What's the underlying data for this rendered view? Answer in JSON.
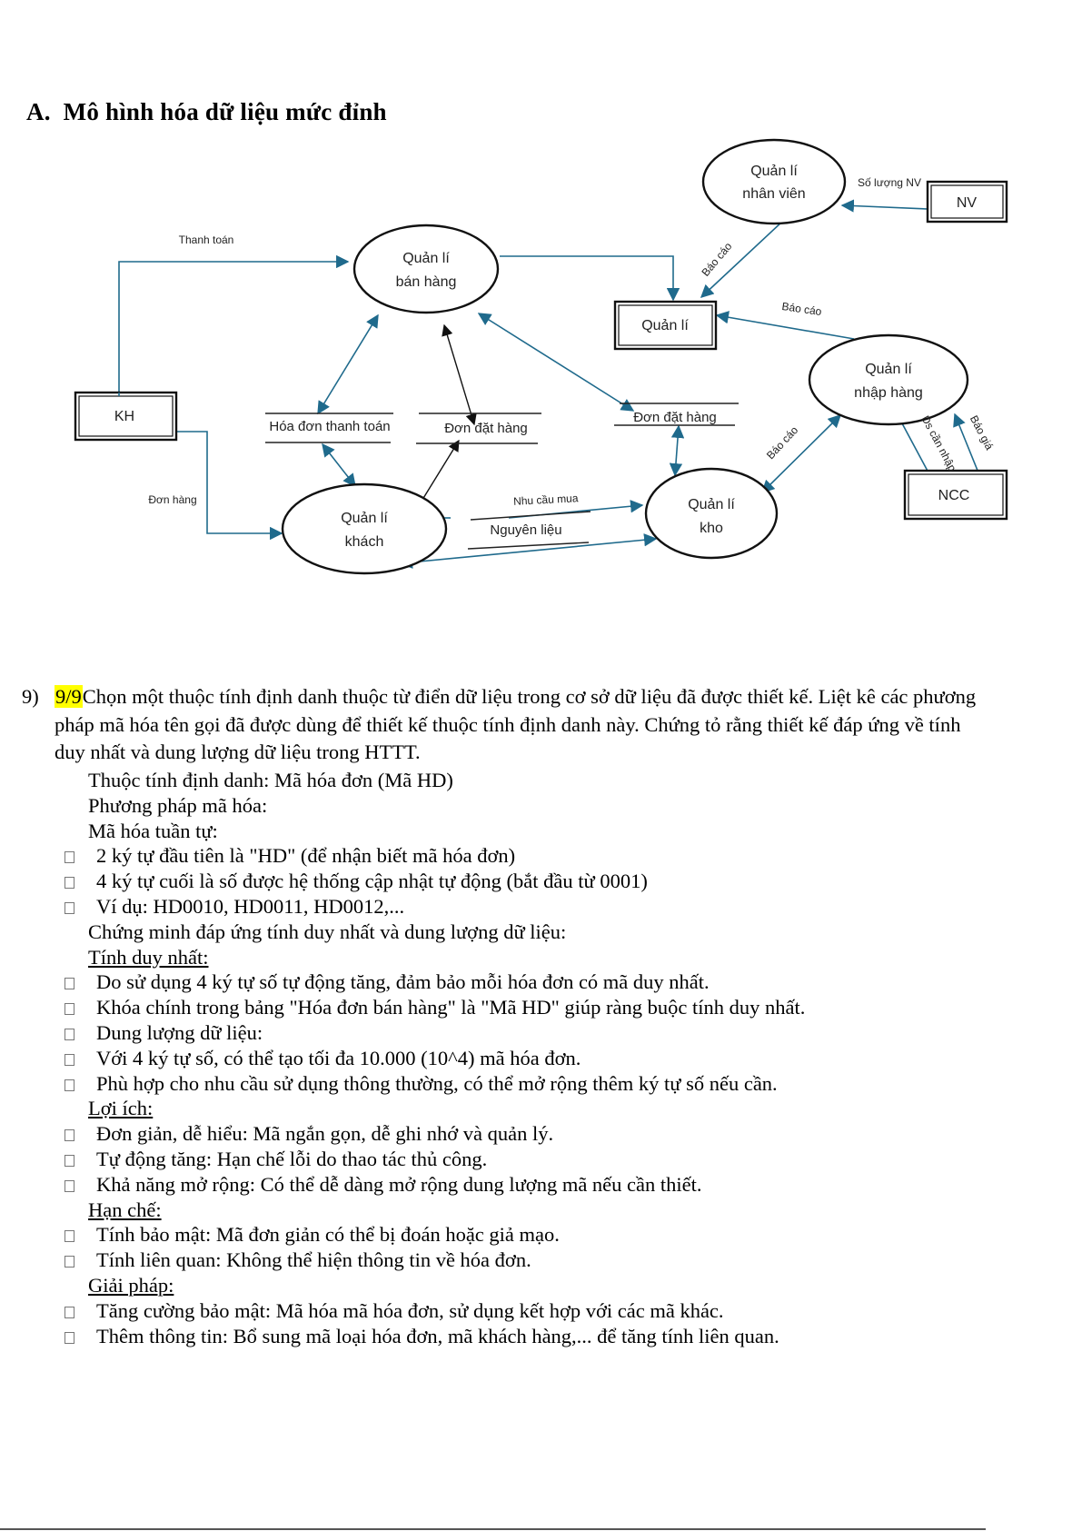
{
  "section_title": {
    "number": "A.",
    "text": "Mô hình hóa dữ liệu mức đỉnh"
  },
  "diagram": {
    "processes": {
      "nhan_vien": [
        "Quản lí",
        "nhân viên"
      ],
      "ban_hang": [
        "Quản lí",
        "bán hàng"
      ],
      "nhap_hang": [
        "Quản lí",
        "nhập hàng"
      ],
      "khach": [
        "Quản lí",
        "khách"
      ],
      "kho": [
        "Quản lí",
        "kho"
      ]
    },
    "entities": {
      "nv": "NV",
      "quan_li": "Quản lí",
      "kh": "KH",
      "ncc": "NCC"
    },
    "stores": {
      "hoa_don": "Hóa đơn thanh toán",
      "don_dat_hang_1": "Đơn đặt hàng",
      "don_dat_hang_2": "Đơn đặt hàng",
      "nhu_cau_mua": "Nhu cầu mua",
      "nguyen_lieu": "Nguyên liệu"
    },
    "flows": {
      "thanh_toan": "Thanh toán",
      "don_hang": "Đơn hàng",
      "so_luong_nv": "Số lượng NV",
      "bao_cao_nv": "Báo cáo",
      "bao_cao_nhap": "Báo cáo",
      "bao_cao_kho": "Báo cáo",
      "ds_can_nhap": "Ds cần nhập",
      "bao_gia": "Báo giá"
    },
    "colors": {
      "flow": "#1f6a8c",
      "black": "#111111"
    }
  },
  "question": {
    "number": "9)",
    "score": "9/9",
    "text_line1": "Chọn một thuộc tính định danh thuộc từ điển dữ liệu trong cơ sở dữ liệu đã được thiết kế. Liệt kê các phương",
    "text_line2": "pháp mã hóa tên gọi đã được dùng để thiết kế thuộc tính định danh này. Chứng tỏ rằng thiết kế đáp ứng về tính",
    "text_line3": "duy nhất và dung lượng dữ liệu trong HTTT."
  },
  "answer": [
    {
      "type": "plain",
      "text": "Thuộc tính định danh: Mã hóa đơn (Mã HD)"
    },
    {
      "type": "plain",
      "text": "Phương pháp mã hóa:"
    },
    {
      "type": "plain",
      "text": "Mã hóa tuần tự:"
    },
    {
      "type": "bullet",
      "text": "2 ký tự đầu tiên là \"HD\" (để nhận biết mã hóa đơn)"
    },
    {
      "type": "bullet",
      "text": "4 ký tự cuối là số được hệ thống cập nhật tự động (bắt đầu từ 0001)"
    },
    {
      "type": "bullet",
      "text": "Ví dụ: HD0010, HD0011, HD0012,..."
    },
    {
      "type": "plain",
      "text": "Chứng minh đáp ứng tính duy nhất và dung lượng dữ liệu:"
    },
    {
      "type": "heading",
      "text": "Tính duy nhất:"
    },
    {
      "type": "bullet",
      "text": "Do sử dụng 4 ký tự số tự động tăng, đảm bảo mỗi hóa đơn có mã duy nhất."
    },
    {
      "type": "bullet",
      "text": "Khóa chính trong bảng \"Hóa đơn bán hàng\" là \"Mã HD\" giúp ràng buộc tính duy nhất."
    },
    {
      "type": "bullet",
      "text": "Dung lượng dữ liệu:"
    },
    {
      "type": "bullet",
      "text": "Với 4 ký tự số, có thể tạo tối đa 10.000 (10^4) mã hóa đơn."
    },
    {
      "type": "bullet",
      "text": "Phù hợp cho nhu cầu sử dụng thông thường, có thể mở rộng thêm ký tự số nếu cần."
    },
    {
      "type": "heading",
      "text": "Lợi ích:"
    },
    {
      "type": "bullet",
      "text": "Đơn giản, dễ hiểu: Mã ngắn gọn, dễ ghi nhớ và quản lý."
    },
    {
      "type": "bullet",
      "text": "Tự động tăng: Hạn chế lỗi do thao tác thủ công."
    },
    {
      "type": "bullet",
      "text": "Khả năng mở rộng: Có thể dễ dàng mở rộng dung lượng mã nếu cần thiết."
    },
    {
      "type": "heading",
      "text": "Hạn chế:"
    },
    {
      "type": "bullet",
      "text": "Tính bảo mật: Mã đơn giản có thể bị đoán hoặc giả mạo."
    },
    {
      "type": "bullet",
      "text": "Tính liên quan: Không thể hiện thông tin về hóa đơn."
    },
    {
      "type": "heading",
      "text": "Giải pháp:"
    },
    {
      "type": "bullet",
      "text": "Tăng cường bảo mật: Mã hóa mã hóa đơn, sử dụng kết hợp với các mã khác."
    },
    {
      "type": "bullet",
      "text": "Thêm thông tin: Bổ sung mã loại hóa đơn, mã khách hàng,... để tăng tính liên quan."
    }
  ]
}
